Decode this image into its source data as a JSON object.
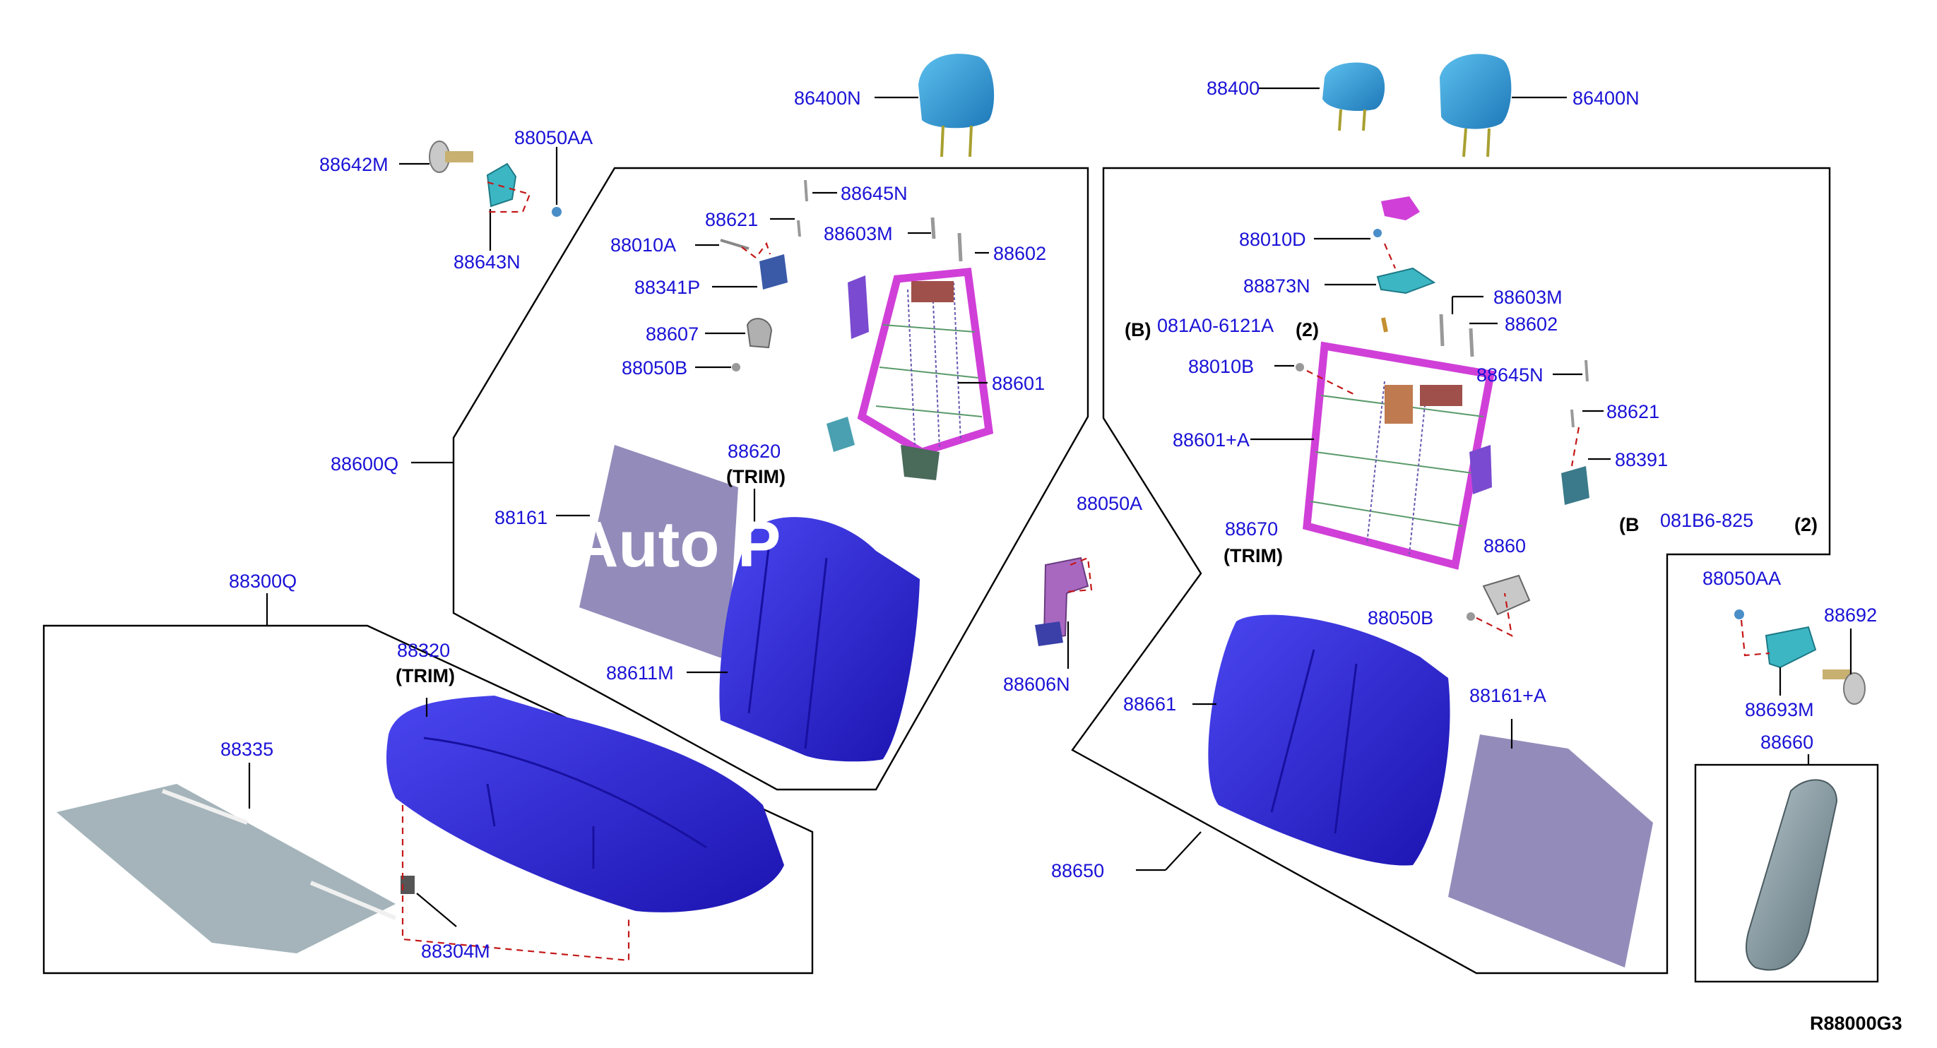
{
  "diagram_code": "R88000G3",
  "watermark": "nt Auto P",
  "colors": {
    "label_blue": "#1a12d6",
    "headrest": "#3aa0dc",
    "seat_trim": "#2a22d8",
    "frame_magenta": "#d040d8",
    "pad_gray": "#8a82b4",
    "teal_part": "#3db6c4",
    "armrest_gray": "#8aa0a8",
    "leader_dash": "#c41818"
  },
  "labels": {
    "l88642M": "88642M",
    "l88050AA_left": "88050AA",
    "l88643N": "88643N",
    "l86400N_left": "86400N",
    "l88645N_left": "88645N",
    "l88621_left": "88621",
    "l88010A": "88010A",
    "l88603M_left": "88603M",
    "l88602_left": "88602",
    "l88341P": "88341P",
    "l88607_left": "88607",
    "l88050B_left": "88050B",
    "l88601": "88601",
    "l88600Q": "88600Q",
    "l88620": "88620",
    "trim_88620": "(TRIM)",
    "l88161": "88161",
    "l88611M": "88611M",
    "l88300Q": "88300Q",
    "l88320": "88320",
    "trim_88320": "(TRIM)",
    "l88335": "88335",
    "l88304M": "88304M",
    "l88050A": "88050A",
    "l88606N": "88606N",
    "l88400": "88400",
    "l86400N_right": "86400N",
    "l88010D": "88010D",
    "l88873N": "88873N",
    "b_081A0": "(B)",
    "l081A0_6121A": "081A0-6121A",
    "b_081A0_qty": "(2)",
    "l88603M_right": "88603M",
    "l88602_right": "88602",
    "l88010B": "88010B",
    "l88645N_right": "88645N",
    "l88601A": "88601+A",
    "l88621_right": "88621",
    "l88391": "88391",
    "l88670_partial": "88670",
    "trim_88670_partial": "(TRIM)",
    "l88607_right_partial": "8860",
    "b_081B6_partial": "(B",
    "l081B6_partial": "081B6-825",
    "l081B6_qty": "(2)",
    "l88050AA_right": "88050AA",
    "l88692": "88692",
    "l88050B_right": "88050B",
    "l88693M": "88693M",
    "l88661": "88661",
    "l88161A": "88161+A",
    "l88660": "88660",
    "l88650": "88650"
  }
}
